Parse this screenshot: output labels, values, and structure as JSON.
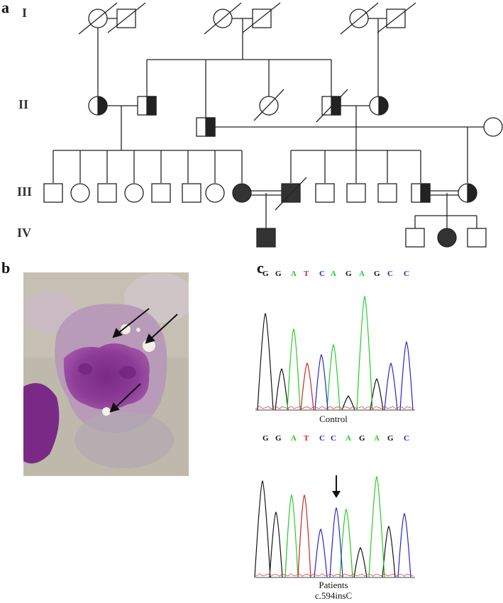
{
  "panels": {
    "a": "a",
    "b": "b",
    "c": "c"
  },
  "generations": [
    "I",
    "II",
    "III",
    "IV"
  ],
  "colors": {
    "A": "#22cc22",
    "T": "#cc2222",
    "C": "#2222cc",
    "G": "#111111"
  },
  "chromatograms": [
    {
      "sequence": [
        "G",
        "G",
        "A",
        "T",
        "C",
        "A",
        "G",
        "A",
        "G",
        "C",
        "C"
      ],
      "caption": [
        "Control"
      ]
    },
    {
      "sequence": [
        "G",
        "G",
        "A",
        "T",
        "C",
        "C",
        "A",
        "G",
        "A",
        "G",
        "C"
      ],
      "caption": [
        "Patients",
        "c.594insC"
      ]
    }
  ],
  "micrograph": {
    "arrows": 3
  }
}
